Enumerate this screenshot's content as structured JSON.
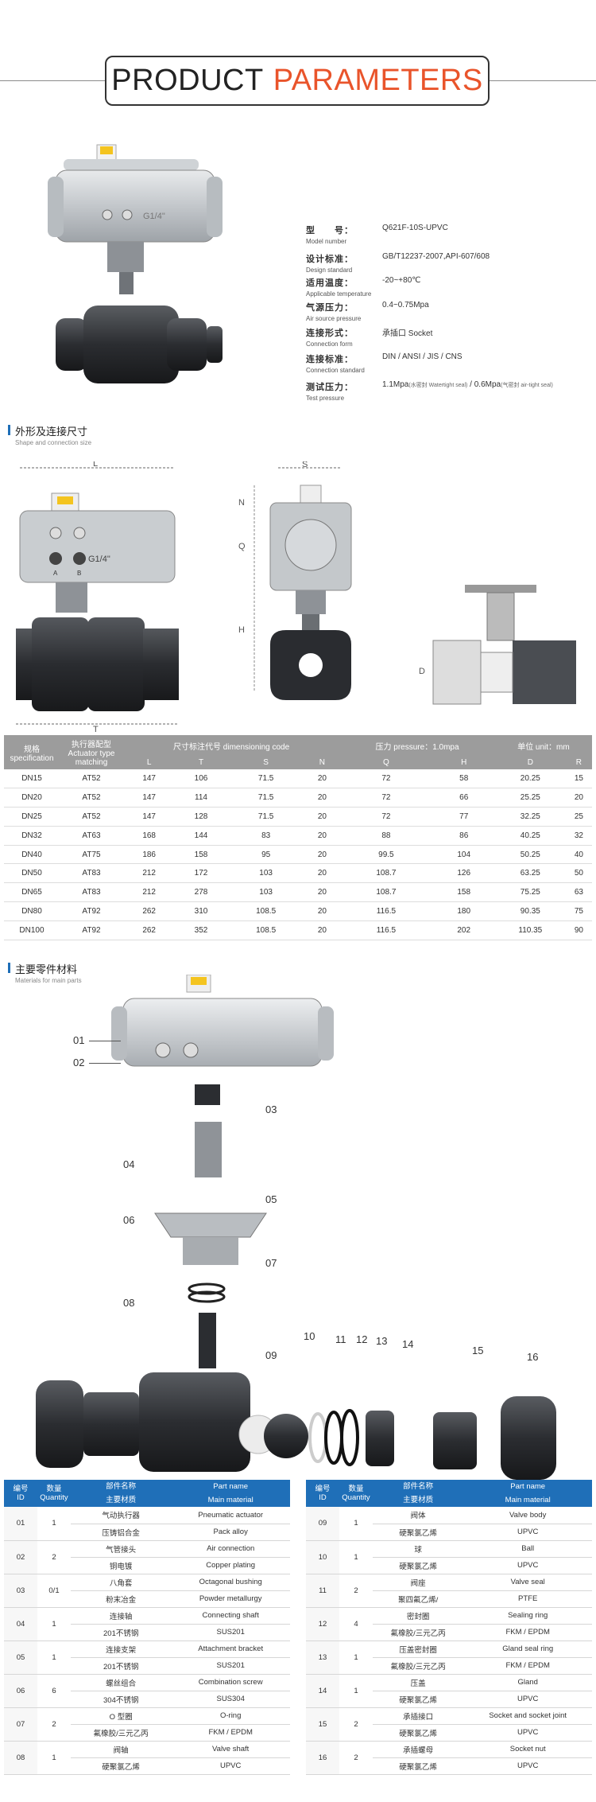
{
  "header": {
    "word1": "PRODUCT",
    "word2": "PARAMETERS"
  },
  "specs": [
    {
      "cn": "型　　号：",
      "en": "Model number",
      "value": "Q621F-10S-UPVC",
      "note": ""
    },
    {
      "cn": "设计标准：",
      "en": "Design standard",
      "value": "GB/T12237-2007,API-607/608",
      "note": ""
    },
    {
      "cn": "适用温度：",
      "en": "Applicable temperature",
      "value": "-20~+80℃",
      "note": ""
    },
    {
      "cn": "气源压力：",
      "en": "Air source pressure",
      "value": "0.4~0.75Mpa",
      "note": ""
    },
    {
      "cn": "连接形式：",
      "en": "Connection form",
      "value": "承插口 Socket",
      "note": ""
    },
    {
      "cn": "连接标准：",
      "en": "Connection standard",
      "value": "DIN / ANSI / JIS / CNS",
      "note": ""
    },
    {
      "cn": "测试压力：",
      "en": "Test pressure",
      "value": "1.1Mpa",
      "note": "(水密封 Watertight seal)",
      "value2": " / 0.6Mpa",
      "note2": "(气密封 air-tight seal)"
    }
  ],
  "section1": {
    "cn": "外形及连接尺寸",
    "en": "Shape and connection size"
  },
  "section2": {
    "cn": "主要零件材料",
    "en": "Materials for main parts"
  },
  "drawing_labels": {
    "L": "L",
    "T": "T",
    "S": "S",
    "N": "N",
    "Q": "Q",
    "H": "H",
    "D": "D",
    "A": "A",
    "B": "B",
    "port": "G1/4\""
  },
  "dim_table": {
    "head_spec": [
      "规格",
      "specification"
    ],
    "head_act": [
      "执行器配型",
      "Actuator type",
      "matching"
    ],
    "head_code": "尺寸标注代号 dimensioning code",
    "head_pressure": "压力 pressure：1.0mpa",
    "head_unit": "单位 unit：mm",
    "cols": [
      "L",
      "T",
      "S",
      "N",
      "Q",
      "H",
      "D",
      "R"
    ],
    "rows": [
      [
        "DN15",
        "AT52",
        "147",
        "106",
        "71.5",
        "20",
        "72",
        "58",
        "20.25",
        "15"
      ],
      [
        "DN20",
        "AT52",
        "147",
        "114",
        "71.5",
        "20",
        "72",
        "66",
        "25.25",
        "20"
      ],
      [
        "DN25",
        "AT52",
        "147",
        "128",
        "71.5",
        "20",
        "72",
        "77",
        "32.25",
        "25"
      ],
      [
        "DN32",
        "AT63",
        "168",
        "144",
        "83",
        "20",
        "88",
        "86",
        "40.25",
        "32"
      ],
      [
        "DN40",
        "AT75",
        "186",
        "158",
        "95",
        "20",
        "99.5",
        "104",
        "50.25",
        "40"
      ],
      [
        "DN50",
        "AT83",
        "212",
        "172",
        "103",
        "20",
        "108.7",
        "126",
        "63.25",
        "50"
      ],
      [
        "DN65",
        "AT83",
        "212",
        "278",
        "103",
        "20",
        "108.7",
        "158",
        "75.25",
        "63"
      ],
      [
        "DN80",
        "AT92",
        "262",
        "310",
        "108.5",
        "20",
        "116.5",
        "180",
        "90.35",
        "75"
      ],
      [
        "DN100",
        "AT92",
        "262",
        "352",
        "108.5",
        "20",
        "116.5",
        "202",
        "110.35",
        "90"
      ]
    ]
  },
  "callouts": [
    "01",
    "02",
    "03",
    "04",
    "05",
    "06",
    "07",
    "08",
    "09",
    "10",
    "11",
    "12",
    "13",
    "14",
    "15",
    "16"
  ],
  "parts_head": {
    "id": [
      "编号",
      "ID"
    ],
    "qty": [
      "数量",
      "Quantity"
    ],
    "cn_name": "部件名称",
    "en_name": "Part name",
    "cn_mat": "主要材质",
    "en_mat": "Main material"
  },
  "parts_left": [
    {
      "id": "01",
      "qty": "1",
      "name_cn": "气动执行器",
      "name_en": "Pneumatic actuator",
      "mat_cn": "压铸铝合金",
      "mat_en": "Pack alloy"
    },
    {
      "id": "02",
      "qty": "2",
      "name_cn": "气管接头",
      "name_en": "Air connection",
      "mat_cn": "铜电镀",
      "mat_en": "Copper plating"
    },
    {
      "id": "03",
      "qty": "0/1",
      "name_cn": "八角套",
      "name_en": "Octagonal bushing",
      "mat_cn": "粉末冶金",
      "mat_en": "Powder metallurgy"
    },
    {
      "id": "04",
      "qty": "1",
      "name_cn": "连接轴",
      "name_en": "Connecting shaft",
      "mat_cn": "201不锈钢",
      "mat_en": "SUS201"
    },
    {
      "id": "05",
      "qty": "1",
      "name_cn": "连接支架",
      "name_en": "Attachment bracket",
      "mat_cn": "201不锈钢",
      "mat_en": "SUS201"
    },
    {
      "id": "06",
      "qty": "6",
      "name_cn": "螺丝组合",
      "name_en": "Combination screw",
      "mat_cn": "304不锈钢",
      "mat_en": "SUS304"
    },
    {
      "id": "07",
      "qty": "2",
      "name_cn": "O 型圈",
      "name_en": "O-ring",
      "mat_cn": "氟橡胶/三元乙丙",
      "mat_en": "FKM / EPDM"
    },
    {
      "id": "08",
      "qty": "1",
      "name_cn": "阀轴",
      "name_en": "Valve shaft",
      "mat_cn": "硬聚氯乙烯",
      "mat_en": "UPVC"
    }
  ],
  "parts_right": [
    {
      "id": "09",
      "qty": "1",
      "name_cn": "阀体",
      "name_en": "Valve body",
      "mat_cn": "硬聚氯乙烯",
      "mat_en": "UPVC"
    },
    {
      "id": "10",
      "qty": "1",
      "name_cn": "球",
      "name_en": "Ball",
      "mat_cn": "硬聚氯乙烯",
      "mat_en": "UPVC"
    },
    {
      "id": "11",
      "qty": "2",
      "name_cn": "阀座",
      "name_en": "Valve seal",
      "mat_cn": "聚四氟乙烯/",
      "mat_en": "PTFE"
    },
    {
      "id": "12",
      "qty": "4",
      "name_cn": "密封圈",
      "name_en": "Sealing ring",
      "mat_cn": "氟橡胶/三元乙丙",
      "mat_en": "FKM / EPDM"
    },
    {
      "id": "13",
      "qty": "1",
      "name_cn": "压盖密封圈",
      "name_en": "Gland seal ring",
      "mat_cn": "氟橡胶/三元乙丙",
      "mat_en": "FKM / EPDM"
    },
    {
      "id": "14",
      "qty": "1",
      "name_cn": "压盖",
      "name_en": "Gland",
      "mat_cn": "硬聚氯乙烯",
      "mat_en": "UPVC"
    },
    {
      "id": "15",
      "qty": "2",
      "name_cn": "承插接口",
      "name_en": "Socket and socket joint",
      "mat_cn": "硬聚氯乙烯",
      "mat_en": "UPVC"
    },
    {
      "id": "16",
      "qty": "2",
      "name_cn": "承插螺母",
      "name_en": "Socket nut",
      "mat_cn": "硬聚氯乙烯",
      "mat_en": "UPVC"
    }
  ]
}
